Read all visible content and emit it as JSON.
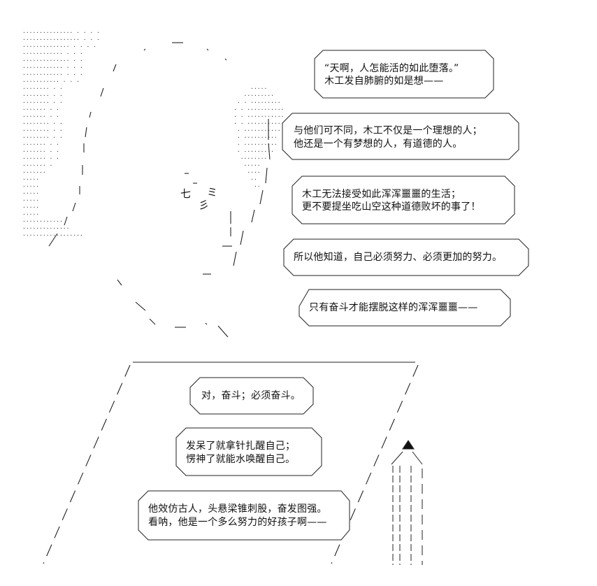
{
  "bubbles": {
    "b1": {
      "lines": [
        "“天啊，人怎能活的如此堕落。”",
        "木工发自肺腑的如是想——"
      ]
    },
    "b2": {
      "lines": [
        "与他们可不同，木工不仅是一个理想的人；",
        "他还是一个有梦想的人，有道德的人。"
      ]
    },
    "b3": {
      "lines": [
        "木工无法接受如此浑浑噩噩的生活；",
        "更不要提坐吃山空这种道德败坏的事了！"
      ]
    },
    "b4": {
      "lines": [
        "所以他知道，自己必须努力、必须更加的努力。"
      ]
    },
    "b5": {
      "lines": [
        "只有奋斗才能摆脱这样的浑浑噩噩——"
      ]
    },
    "b6": {
      "lines": [
        "对，奋斗；必须奋斗。"
      ]
    },
    "b7": {
      "lines": [
        "发呆了就拿针扎醒自己；",
        "愣神了就能水唤醒自己。"
      ]
    },
    "b8": {
      "lines": [
        "他效仿古人，头悬梁锥刺股，奋发图强。",
        "看呐，他是一个多么努力的好孩子啊——"
      ]
    }
  },
  "art": {
    "face_marks": [
      "七",
      "ミ",
      "彡"
    ]
  }
}
